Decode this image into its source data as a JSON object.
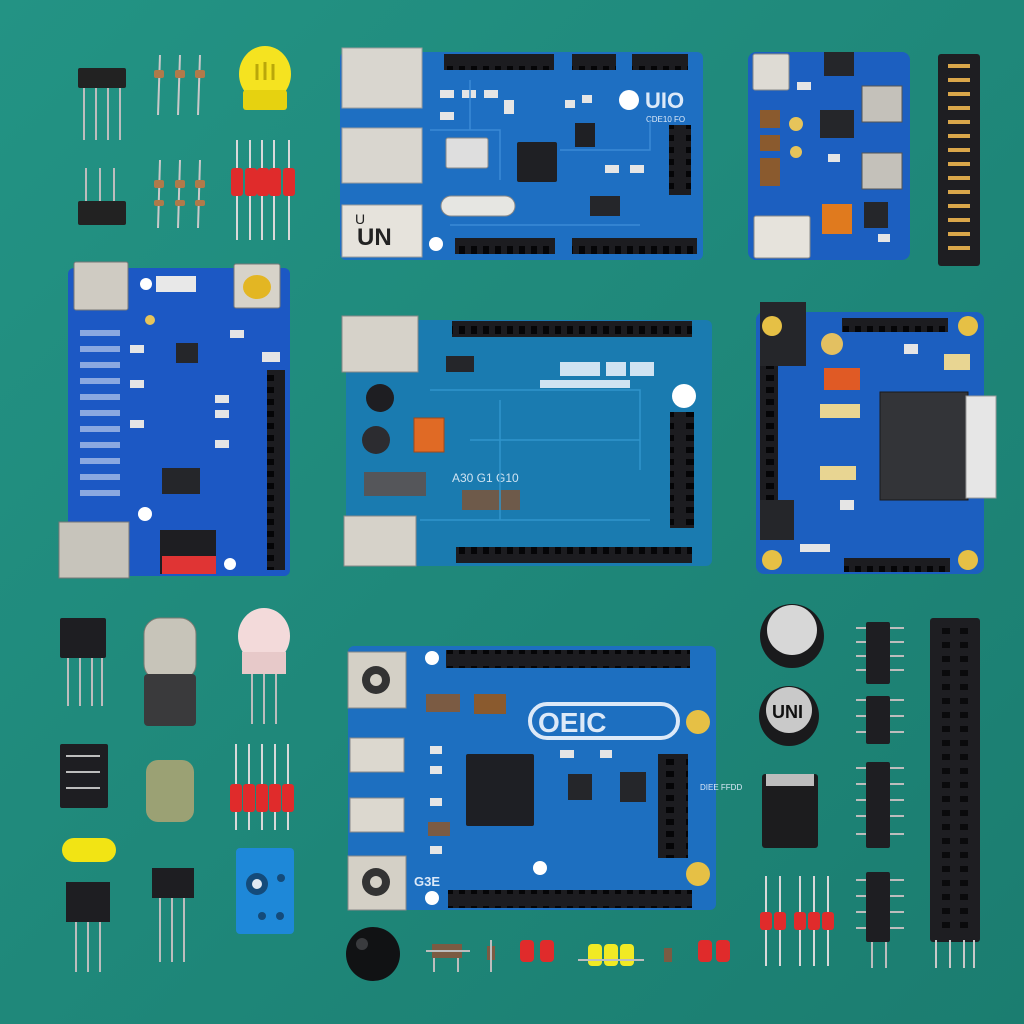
{
  "photo": {
    "background_color": "#1f8a7c",
    "board_color": "#1c5fc0",
    "board_color_teal": "#1d7fb8",
    "header_color": "#1e1e22",
    "connector_color": "#cfcfcf"
  },
  "boards": {
    "top_center": {
      "logo": "UIO",
      "sub": "CDE10 FO",
      "usb_text": "UN",
      "usb_prefix": "U"
    },
    "center": {
      "silkscreen": "A30 G1 G10"
    },
    "bottom_center": {
      "logo": "OEIC",
      "corner_text": "G3E",
      "side_text": "DIEE FFDD"
    }
  },
  "components": {
    "capacitor_top_label": "",
    "capacitor_mid_label": "UNI",
    "resistor_count": 6
  }
}
